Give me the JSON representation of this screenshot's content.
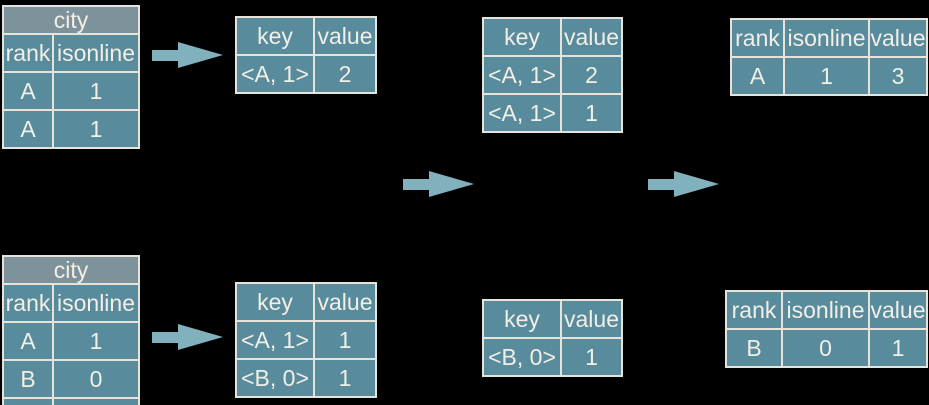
{
  "colors": {
    "background": "#000000",
    "cell_fill": "#588b9b",
    "title_fill": "#7d929a",
    "grid_line": "#e6e4da",
    "text": "#f2efe7",
    "arrow_fill": "#80b1bd"
  },
  "tables": {
    "input_top": {
      "title": "city",
      "headers": [
        "rank",
        "isonline"
      ],
      "rows": [
        [
          "A",
          "1"
        ],
        [
          "A",
          "1"
        ]
      ]
    },
    "map_top": {
      "headers": [
        "key",
        "value"
      ],
      "rows": [
        [
          "<A, 1>",
          "2"
        ]
      ]
    },
    "reduce_input_top": {
      "headers": [
        "key",
        "value"
      ],
      "rows": [
        [
          "<A, 1>",
          "2"
        ],
        [
          "<A, 1>",
          "1"
        ]
      ]
    },
    "output_top": {
      "headers": [
        "rank",
        "isonline",
        "value"
      ],
      "rows": [
        [
          "A",
          "1",
          "3"
        ]
      ]
    },
    "input_bottom": {
      "title": "city",
      "headers": [
        "rank",
        "isonline"
      ],
      "rows": [
        [
          "A",
          "1"
        ],
        [
          "B",
          "0"
        ]
      ]
    },
    "map_bottom": {
      "headers": [
        "key",
        "value"
      ],
      "rows": [
        [
          "<A, 1>",
          "1"
        ],
        [
          "<B, 0>",
          "1"
        ]
      ]
    },
    "reduce_input_bottom": {
      "headers": [
        "key",
        "value"
      ],
      "rows": [
        [
          "<B, 0>",
          "1"
        ]
      ]
    },
    "output_bottom": {
      "headers": [
        "rank",
        "isonline",
        "value"
      ],
      "rows": [
        [
          "B",
          "0",
          "1"
        ]
      ]
    }
  },
  "icons": {
    "arrow": "right-arrow"
  }
}
